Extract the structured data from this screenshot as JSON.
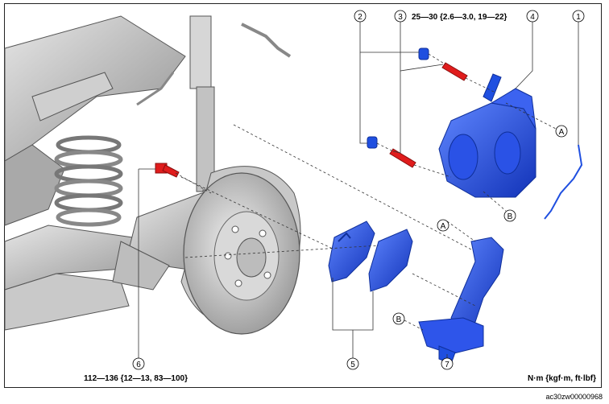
{
  "callouts": {
    "c1": "1",
    "c2": "2",
    "c3": "3",
    "c4": "4",
    "c5": "5",
    "c6": "6",
    "c7": "7",
    "a_top": "A",
    "a_bottom": "A",
    "b_top": "B",
    "b_bottom": "B"
  },
  "torque_top": "25—30 {2.6—3.0, 19—22}",
  "torque_bottom": "112—136 {12—13, 83—100}",
  "units_label": "N·m {kgf·m, ft·lbf}",
  "figure_code": "ac30zw00000968",
  "colors": {
    "part_blue": "#1f4fe0",
    "part_blue_dark": "#0f2f9a",
    "bolt_red": "#e01c1c",
    "chassis_gray": "#b8b8b8"
  }
}
